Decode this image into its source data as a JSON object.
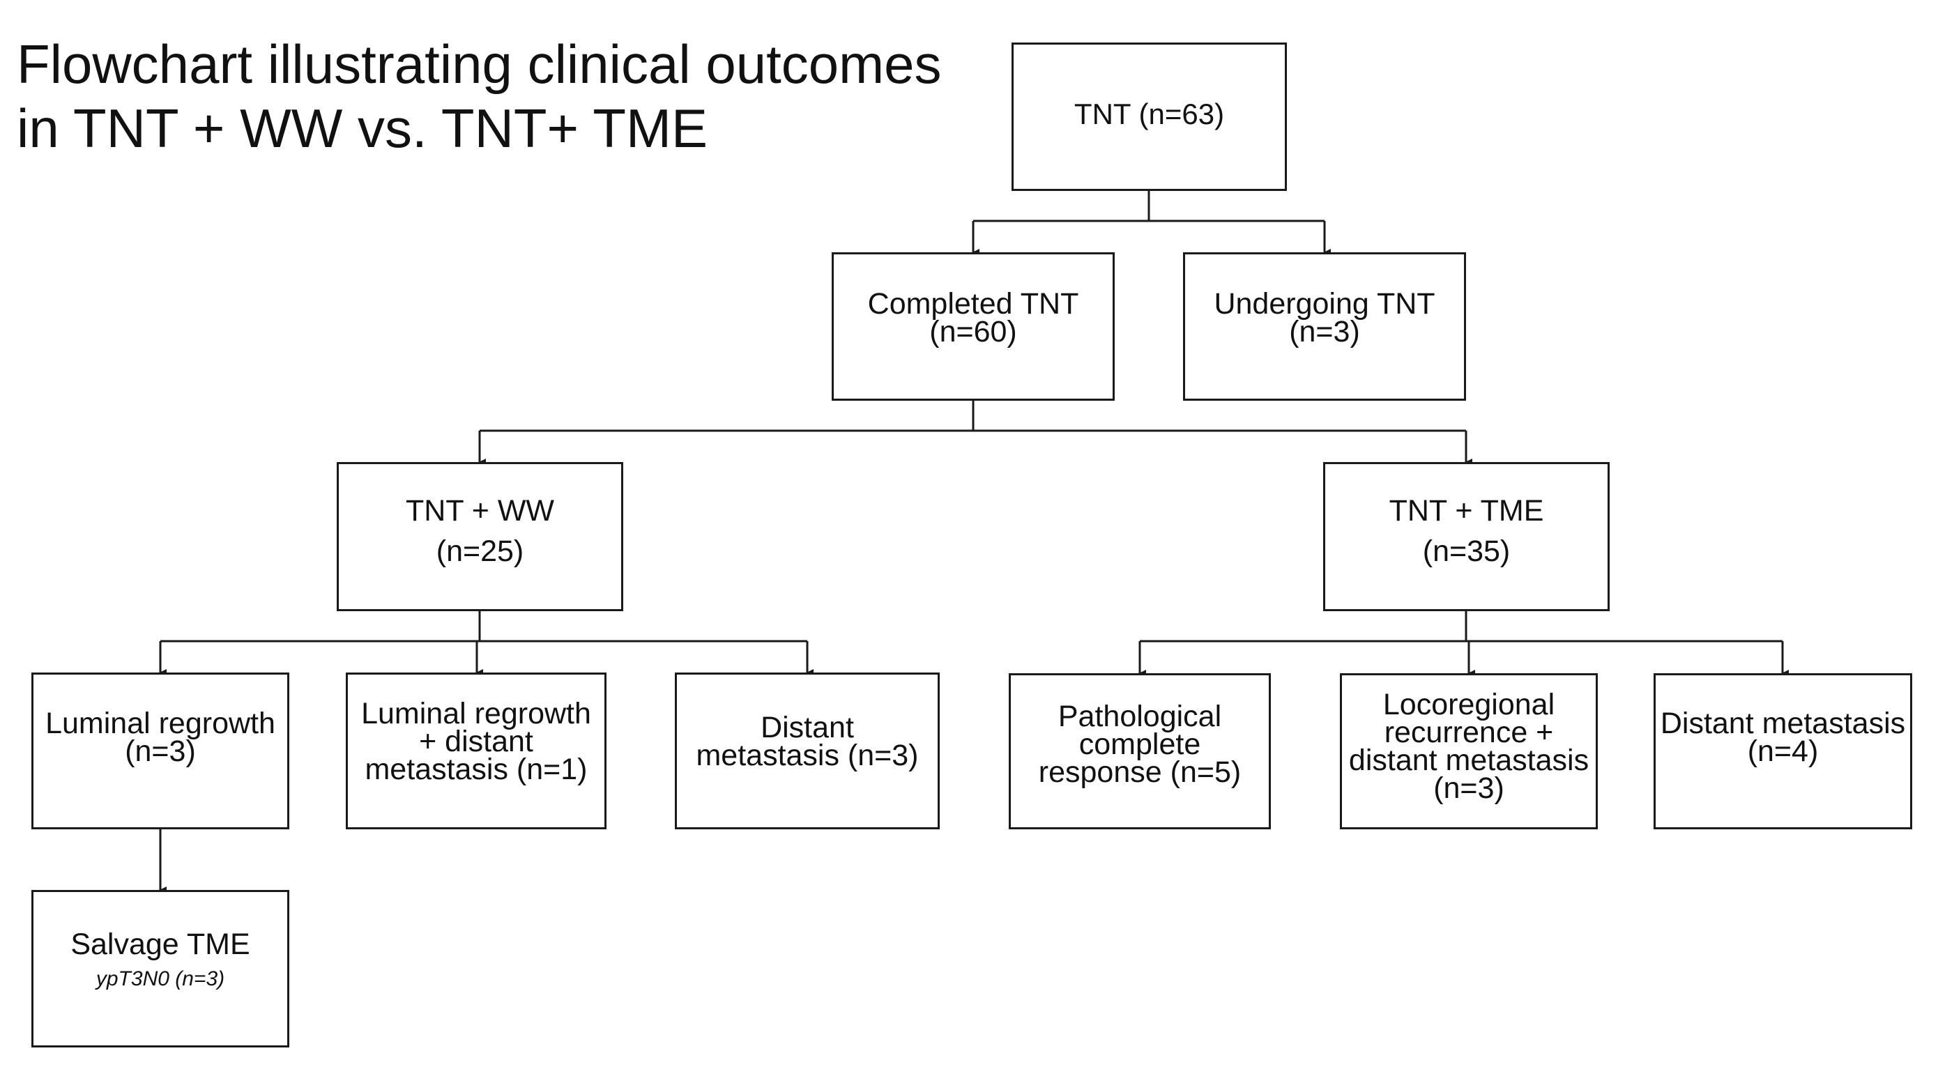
{
  "title": {
    "line1": "Flowchart illustrating clinical outcomes",
    "line2": "in TNT + WW vs. TNT+ TME"
  },
  "nodes": {
    "tnt": {
      "line1": "TNT (n=63)"
    },
    "completed": {
      "line1": "Completed TNT",
      "line2": "(n=60)"
    },
    "undergoing": {
      "line1": "Undergoing TNT",
      "line2": "(n=3)"
    },
    "tnt_ww": {
      "line1": "TNT + WW",
      "line2": "(n=25)"
    },
    "tnt_tme": {
      "line1": "TNT + TME",
      "line2": "(n=35)"
    },
    "luminal_regrowth": {
      "line1": "Luminal regrowth",
      "line2": "(n=3)"
    },
    "luminal_distant": {
      "line1": "Luminal regrowth",
      "line2": "+ distant",
      "line3": "metastasis (n=1)"
    },
    "distant_ww": {
      "line1": "Distant",
      "line2": "metastasis (n=3)"
    },
    "pcr": {
      "line1": "Pathological",
      "line2": "complete",
      "line3": "response (n=5)"
    },
    "locoregional": {
      "line1": "Locoregional",
      "line2": "recurrence +",
      "line3": "distant metastasis",
      "line4": "(n=3)"
    },
    "distant_tme": {
      "line1": "Distant metastasis",
      "line2": "(n=4)"
    },
    "salvage": {
      "line1": "Salvage TME",
      "line2": "ypT3N0 (n=3)"
    }
  },
  "colors": {
    "line": "#1a1a1a",
    "text": "#111111",
    "background": "#ffffff"
  }
}
